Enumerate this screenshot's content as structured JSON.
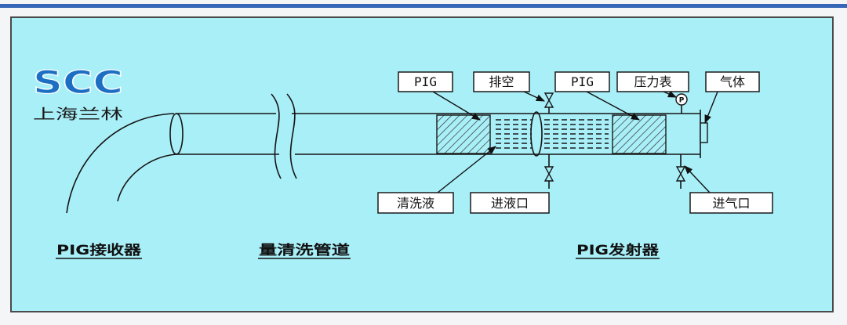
{
  "logo": {
    "brand": "SCC",
    "company": "上海兰林"
  },
  "callouts": {
    "pig_left": "PIG",
    "vent": "排空",
    "pig_right": "PIG",
    "pressure_gauge": "压力表",
    "gas": "气体",
    "cleaning_fluid": "清洗液",
    "liquid_inlet": "进液口",
    "gas_inlet": "进气口",
    "gauge_symbol": "P"
  },
  "sections": {
    "receiver": "PIG接收器",
    "pipeline": "量清洗管道",
    "launcher": "PIG发射器"
  },
  "colors": {
    "panel": "#a9eff8",
    "frame": "#4a4a4a",
    "top_bar": "#3566b8",
    "logo_blue": "#1d6fc4",
    "hatch": "#333333"
  }
}
